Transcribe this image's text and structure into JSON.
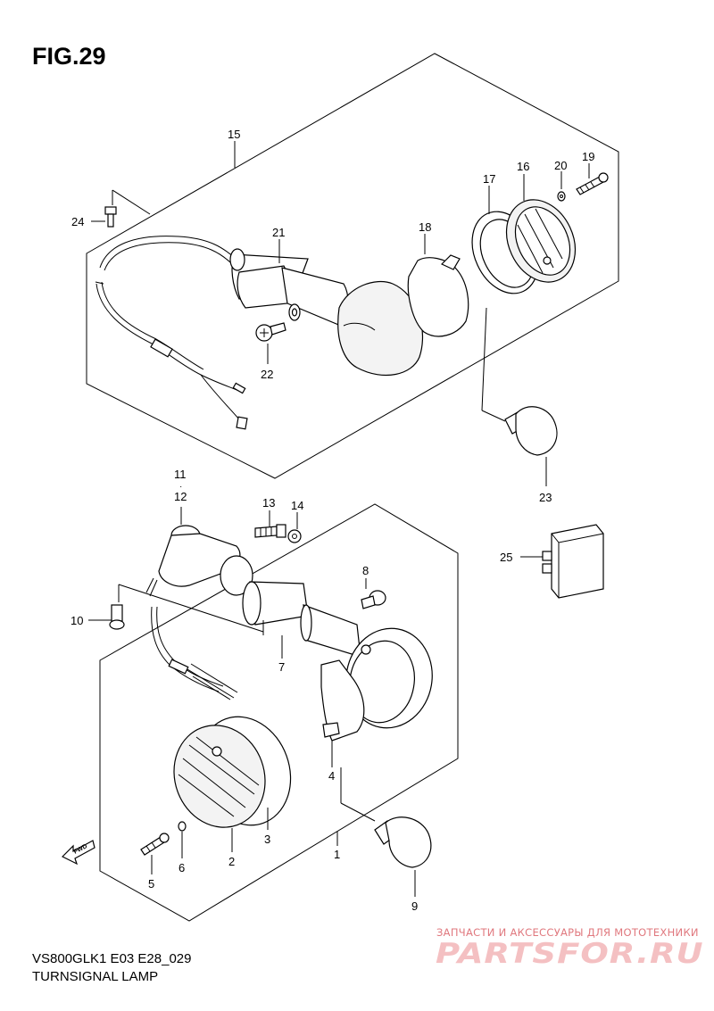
{
  "figure": {
    "title": "FIG.29"
  },
  "footer": {
    "model_code": "VS800GLK1 E03 E28_029",
    "section_name": "TURNSIGNAL LAMP"
  },
  "watermark": {
    "tagline": "ЗАПЧАСТИ И АКСЕССУАРЫ ДЛЯ МОТОТЕХНИКИ",
    "logo_text": "PARTSFOR.RU"
  },
  "fwd_label": "FWD",
  "callouts": {
    "c1": "1",
    "c2": "2",
    "c3": "3",
    "c4": "4",
    "c5": "5",
    "c6": "6",
    "c7": "7",
    "c8": "8",
    "c9": "9",
    "c10": "10",
    "c11": "11",
    "c12": "12",
    "c13": "13",
    "c14": "14",
    "c15": "15",
    "c16": "16",
    "c17": "17",
    "c18": "18",
    "c19": "19",
    "c20": "20",
    "c21": "21",
    "c22": "22",
    "c23": "23",
    "c24": "24",
    "c25": "25"
  }
}
